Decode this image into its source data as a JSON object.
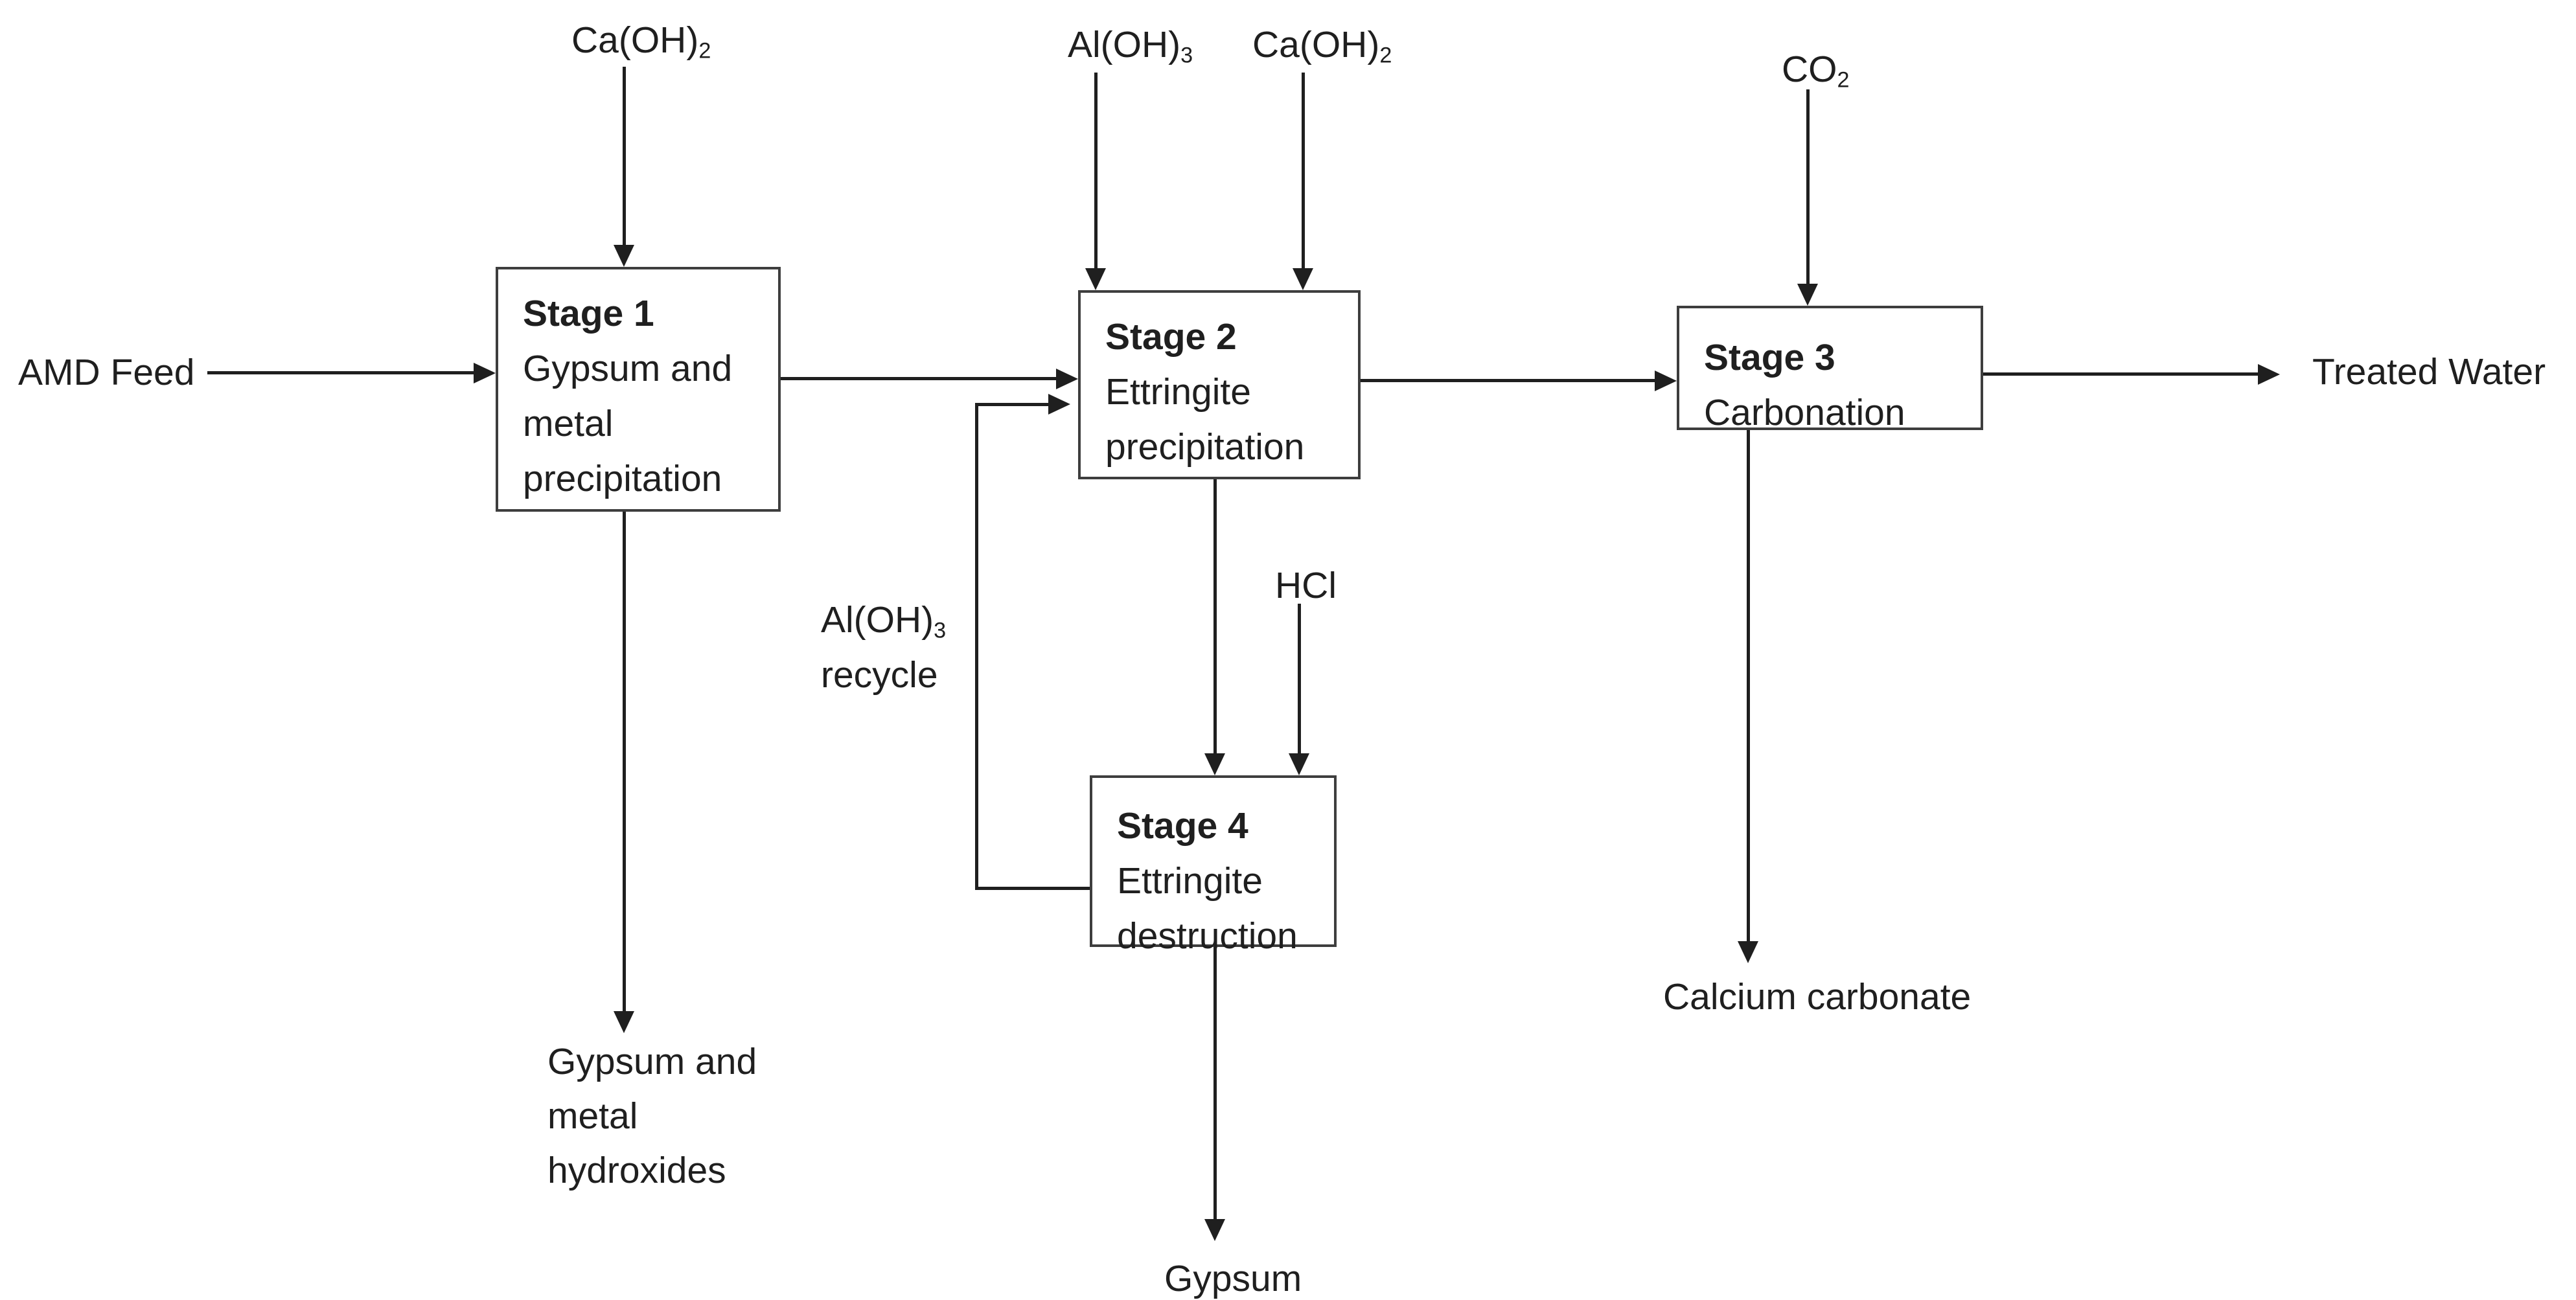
{
  "diagram_title": "Four-stage AMD treatment process flow diagram",
  "nodes": {
    "stage1": {
      "title": "Stage 1",
      "line1": "Gypsum and",
      "line2": "metal",
      "line3": "precipitation"
    },
    "stage2": {
      "title": "Stage 2",
      "line1": "Ettringite",
      "line2": "precipitation"
    },
    "stage3": {
      "title": "Stage 3",
      "line1": "Carbonation"
    },
    "stage4": {
      "title": "Stage 4",
      "line1": "Ettringite",
      "line2": "destruction"
    }
  },
  "chem": {
    "ca_oh2_stage1": {
      "main": "Ca(OH)",
      "sub": "2"
    },
    "al_oh3_stage2": {
      "main": "Al(OH)",
      "sub": "3"
    },
    "ca_oh2_stage2": {
      "main": "Ca(OH)",
      "sub": "2"
    },
    "co2_stage3": {
      "main": "CO",
      "sub": "2"
    },
    "al_oh3_recycle": {
      "main": "Al(OH)",
      "sub": "3"
    }
  },
  "labels": {
    "amd_feed": "AMD Feed",
    "treated_water": "Treated Water",
    "hcl": "HCl",
    "recycle_word": "recycle",
    "gypsum_metal_line1": "Gypsum and",
    "gypsum_metal_line2": "metal",
    "gypsum_metal_line3": "hydroxides",
    "calcium_carbonate": "Calcium carbonate",
    "gypsum_out": "Gypsum"
  },
  "colors": {
    "ink": "#1f1f1f",
    "box_border": "#3e3e3e",
    "background": "#ffffff"
  }
}
